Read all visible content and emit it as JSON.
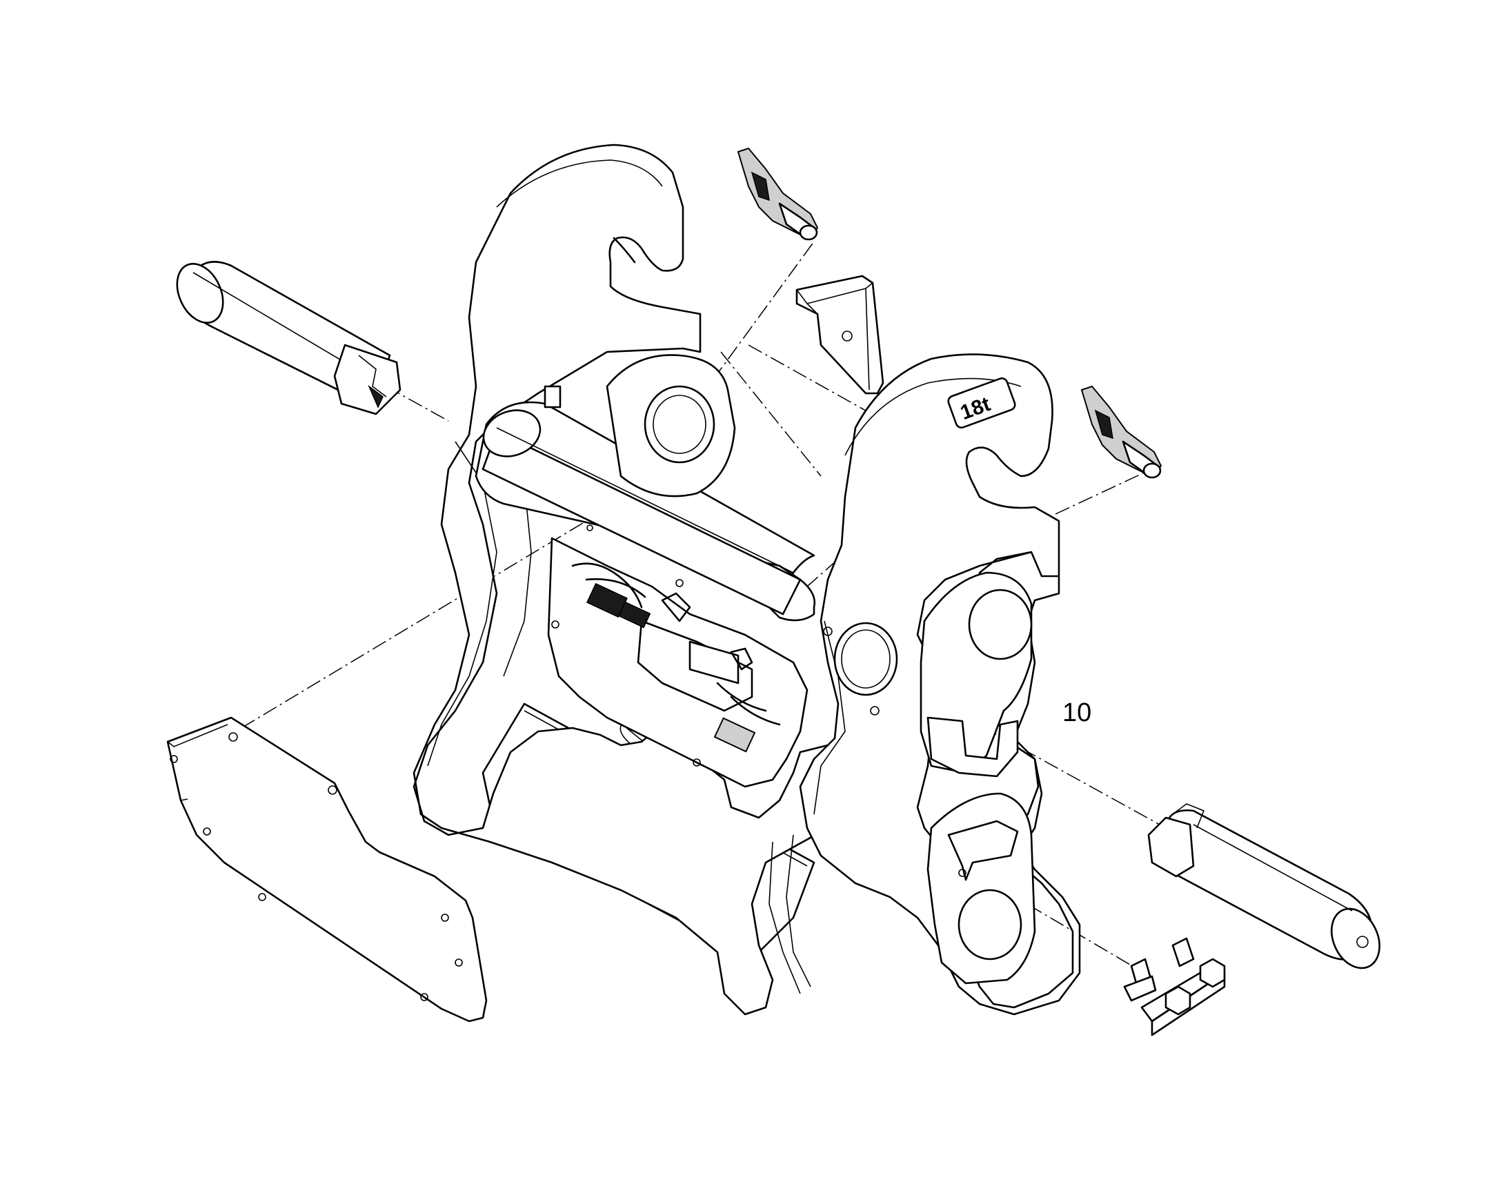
{
  "diagram": {
    "callouts": [
      {
        "id": "callout-10",
        "text": "10"
      }
    ],
    "badge_text": "18t",
    "parts": [
      "frame-left-plate",
      "frame-right-plate",
      "upper-cross-tube",
      "lower-cross-cylinder",
      "hydraulic-assembly",
      "pin-upper-left",
      "pin-lower-right",
      "latch-upper-left",
      "latch-upper-right",
      "wedge-block",
      "cover-plate",
      "bolt-clamp"
    ],
    "colors": {
      "line": "#000000",
      "background": "#ffffff"
    }
  }
}
